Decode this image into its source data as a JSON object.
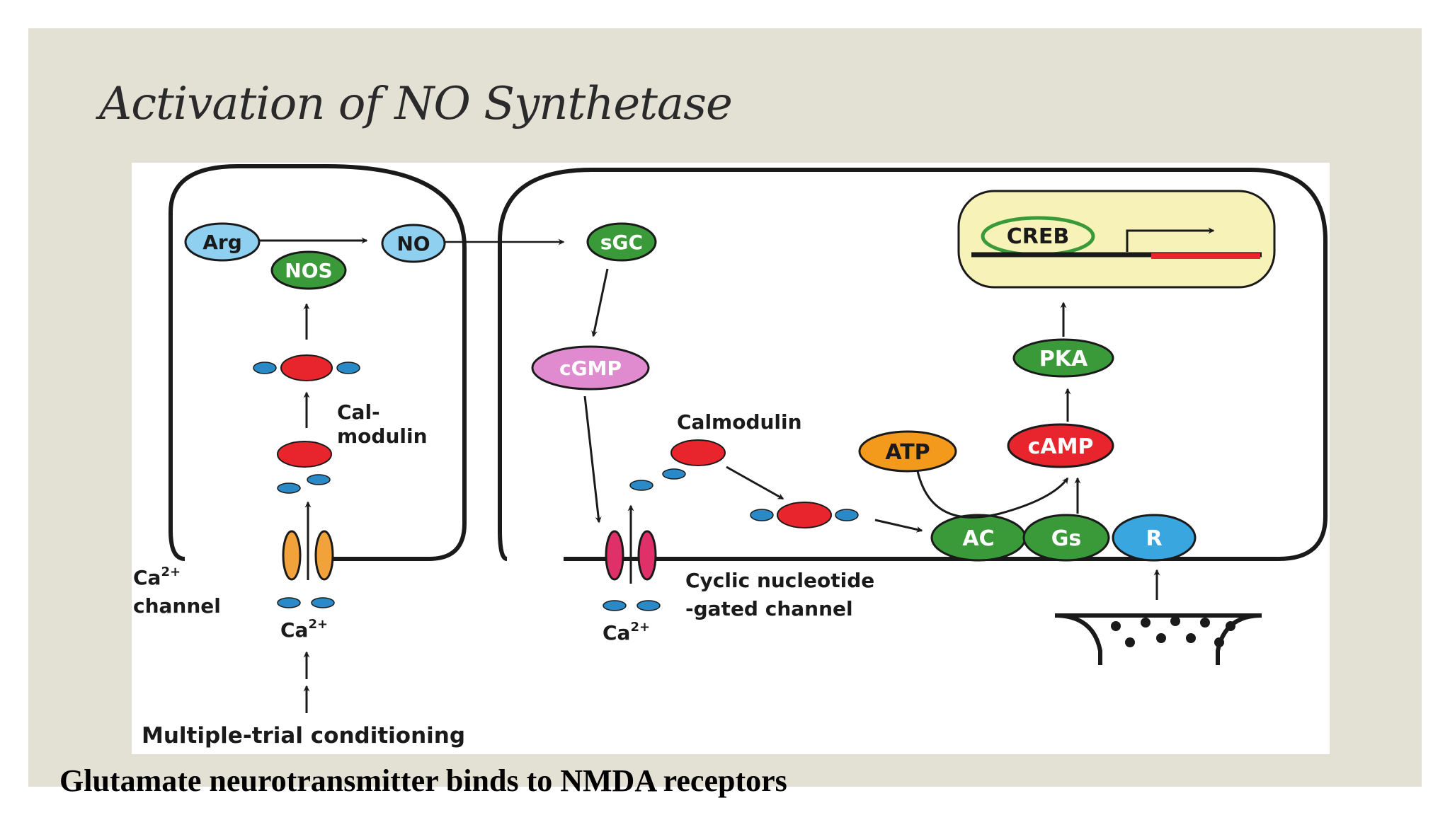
{
  "slide": {
    "title": "Activation of NO Synthetase",
    "caption": "Glutamate neurotransmitter binds to NMDA receptors"
  },
  "diagram": {
    "nodes": {
      "arg": "Arg",
      "no": "NO",
      "nos": "NOS",
      "sgc": "sGC",
      "cgmp": "cGMP",
      "creb": "CREB",
      "pka": "PKA",
      "camp": "cAMP",
      "atp": "ATP",
      "ac": "AC",
      "gs": "Gs",
      "r": "R"
    },
    "labels": {
      "calmodulin_left_1": "Cal-",
      "calmodulin_left_2": "modulin",
      "ca_channel_1": "Ca",
      "ca_channel_sup": "2+",
      "ca_channel_2": "channel",
      "ca_left": "Ca",
      "ca_left_sup": "2+",
      "calmodulin_right": "Calmodulin",
      "cng_1": "Cyclic nucleotide",
      "cng_2": "-gated channel",
      "ca_right": "Ca",
      "ca_right_sup": "2+",
      "multiple_trial": "Multiple-trial conditioning"
    },
    "colors": {
      "green": "#3a9a3a",
      "light_blue": "#8fd0f0",
      "pink": "#e08ad0",
      "red": "#e8242c",
      "orange": "#f39a1c",
      "blue_r": "#3aa6e0",
      "small_blue": "#2a8ac8",
      "channel_orange": "#f2a23a",
      "channel_pink": "#e0306a",
      "creb_box": "#f6f2b8"
    }
  }
}
